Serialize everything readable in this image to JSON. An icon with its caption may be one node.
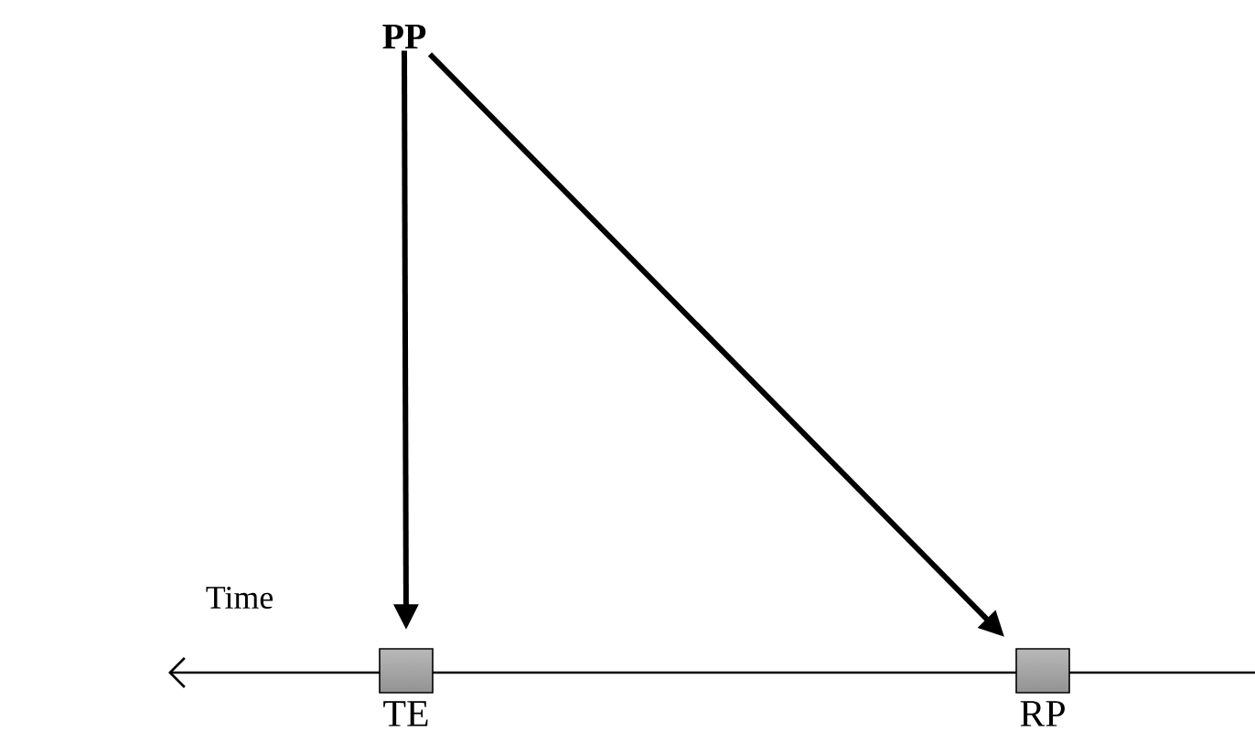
{
  "diagram": {
    "nodes": [
      {
        "text": [
          "PP"
        ]
      },
      {
        "text": [
          "TE"
        ]
      },
      {
        "text": [
          "RP"
        ]
      }
    ],
    "edges": [
      {
        "from": 0,
        "to": 1,
        "arrow": "to"
      },
      {
        "from": 0,
        "to": 2,
        "arrow": "to"
      }
    ],
    "labels": [
      "Time"
    ]
  }
}
